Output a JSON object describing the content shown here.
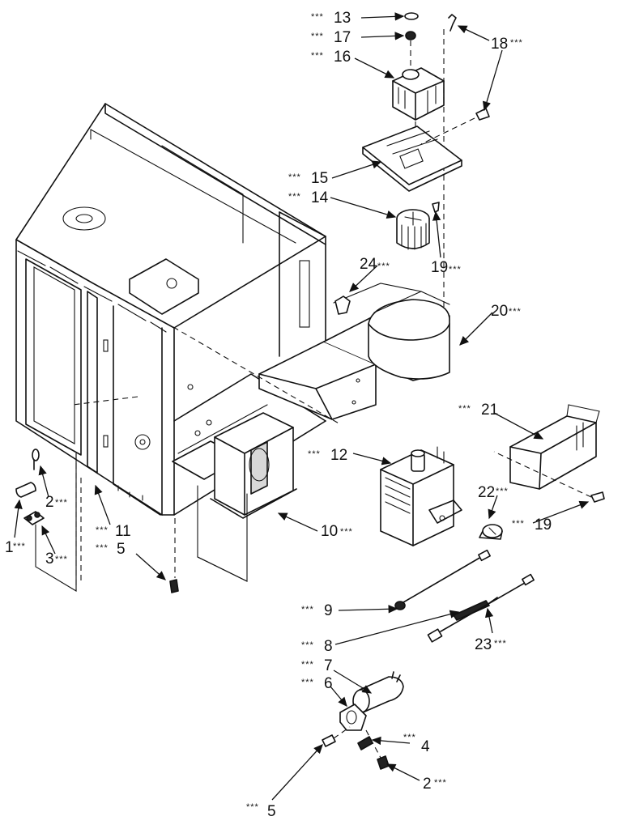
{
  "callouts": [
    {
      "num": "13",
      "marker": "***"
    },
    {
      "num": "17",
      "marker": "***"
    },
    {
      "num": "16",
      "marker": "***"
    },
    {
      "num": "18",
      "marker": "***"
    },
    {
      "num": "15",
      "marker": "***"
    },
    {
      "num": "14",
      "marker": "***"
    },
    {
      "num": "19",
      "marker": "***"
    },
    {
      "num": "24",
      "marker": "***"
    },
    {
      "num": "20",
      "marker": "***"
    },
    {
      "num": "21",
      "marker": "***"
    },
    {
      "num": "12",
      "marker": "***"
    },
    {
      "num": "22",
      "marker": "***"
    },
    {
      "num": "19",
      "marker": "***"
    },
    {
      "num": "10",
      "marker": "***"
    },
    {
      "num": "11",
      "marker": "***"
    },
    {
      "num": "5",
      "marker": "***"
    },
    {
      "num": "2",
      "marker": "***"
    },
    {
      "num": "1",
      "marker": "***"
    },
    {
      "num": "3",
      "marker": "***"
    },
    {
      "num": "9",
      "marker": "***"
    },
    {
      "num": "8",
      "marker": "***"
    },
    {
      "num": "23",
      "marker": "***"
    },
    {
      "num": "7",
      "marker": "***"
    },
    {
      "num": "6",
      "marker": "***"
    },
    {
      "num": "4",
      "marker": "***"
    },
    {
      "num": "2",
      "marker": "***"
    },
    {
      "num": "5",
      "marker": "***"
    }
  ]
}
